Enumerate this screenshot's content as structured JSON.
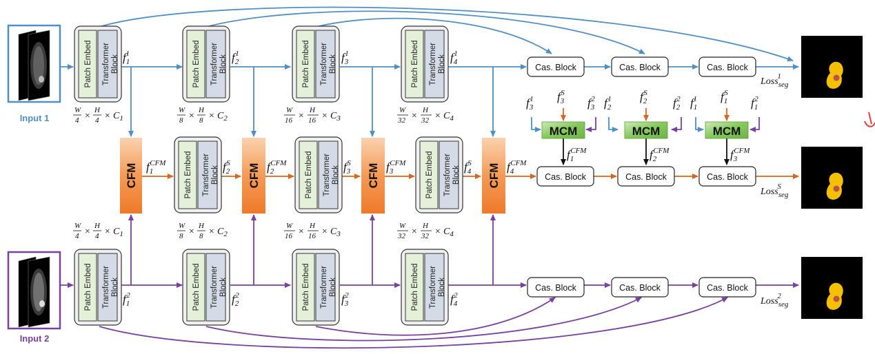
{
  "colors": {
    "blue": "#4f8fc6",
    "orange": "#d9661c",
    "purple": "#7a3fa0",
    "patch_fill": "#e4f0d8",
    "trans_fill": "#d5dbe6",
    "mcm_fill": "#7cc255",
    "cfm_fill": "#f08a3a"
  },
  "inputs": [
    {
      "label": "Input 1"
    },
    {
      "label": "Input 2"
    }
  ],
  "encoder": {
    "patch_label": "Patch Embed",
    "transformer_label_1": "Transformer",
    "transformer_label_2": "Block"
  },
  "fusion": {
    "cfm_label": "CFM",
    "mcm_label": "MCM"
  },
  "cas_block_label": "Cas. Block",
  "features": {
    "top": [
      {
        "base": "f",
        "sub": "1",
        "sup": "1"
      },
      {
        "base": "f",
        "sub": "2",
        "sup": "1"
      },
      {
        "base": "f",
        "sub": "3",
        "sup": "1"
      },
      {
        "base": "f",
        "sub": "4",
        "sup": "1"
      }
    ],
    "bottom": [
      {
        "base": "f",
        "sub": "1",
        "sup": "2"
      },
      {
        "base": "f",
        "sub": "2",
        "sup": "2"
      },
      {
        "base": "f",
        "sub": "3",
        "sup": "2"
      },
      {
        "base": "f",
        "sub": "4",
        "sup": "2"
      }
    ],
    "middle_cfm": [
      {
        "base": "f",
        "sub": "1",
        "sup": "CFM"
      },
      {
        "base": "f",
        "sub": "2",
        "sup": "CFM"
      },
      {
        "base": "f",
        "sub": "3",
        "sup": "CFM"
      },
      {
        "base": "f",
        "sub": "4",
        "sup": "CFM"
      }
    ],
    "middle_s": [
      {
        "base": "f",
        "sub": "2",
        "sup": "S"
      },
      {
        "base": "f",
        "sub": "3",
        "sup": "S"
      },
      {
        "base": "f",
        "sub": "4",
        "sup": "S"
      }
    ]
  },
  "mcm_inputs": [
    [
      {
        "base": "f",
        "sub": "3",
        "sup": "1"
      },
      {
        "base": "f",
        "sub": "3",
        "sup": "S"
      },
      {
        "base": "f",
        "sub": "3",
        "sup": "2"
      }
    ],
    [
      {
        "base": "f",
        "sub": "2",
        "sup": "1"
      },
      {
        "base": "f",
        "sub": "2",
        "sup": "S"
      },
      {
        "base": "f",
        "sub": "2",
        "sup": "2"
      }
    ],
    [
      {
        "base": "f",
        "sub": "1",
        "sup": "1"
      },
      {
        "base": "f",
        "sub": "1",
        "sup": "S"
      },
      {
        "base": "f",
        "sub": "1",
        "sup": "2"
      }
    ]
  ],
  "mcm_outputs": [
    {
      "base": "f",
      "sub": "1",
      "sup": "CFM"
    },
    {
      "base": "f",
      "sub": "2",
      "sup": "CFM"
    },
    {
      "base": "f",
      "sub": "3",
      "sup": "CFM"
    }
  ],
  "dims": [
    {
      "w": "W",
      "wd": "4",
      "h": "H",
      "hd": "4",
      "c": "C",
      "cs": "1"
    },
    {
      "w": "W",
      "wd": "8",
      "h": "H",
      "hd": "8",
      "c": "C",
      "cs": "2"
    },
    {
      "w": "W",
      "wd": "16",
      "h": "H",
      "hd": "16",
      "c": "C",
      "cs": "3"
    },
    {
      "w": "W",
      "wd": "32",
      "h": "H",
      "hd": "32",
      "c": "C",
      "cs": "4"
    }
  ],
  "losses": [
    {
      "base": "Loss",
      "sub": "seg",
      "sup": "1"
    },
    {
      "base": "Loss",
      "sub": "seg",
      "sup": "S"
    },
    {
      "base": "Loss",
      "sub": "seg",
      "sup": "2"
    }
  ]
}
